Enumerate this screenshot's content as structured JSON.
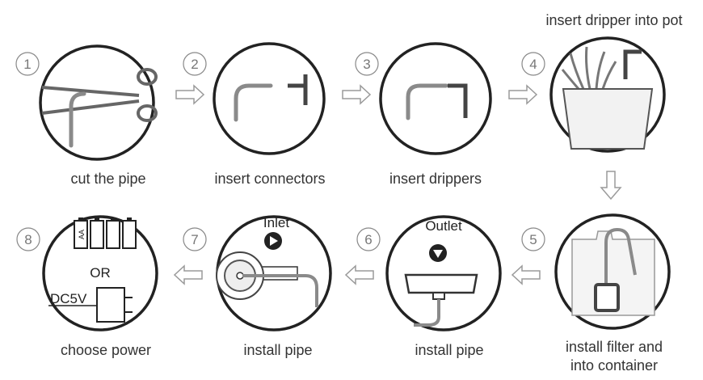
{
  "steps": [
    {
      "number": "1",
      "caption": "cut the pipe"
    },
    {
      "number": "2",
      "caption": "insert connectors"
    },
    {
      "number": "3",
      "caption": "insert drippers"
    },
    {
      "number": "4",
      "caption": "insert dripper into pot"
    },
    {
      "number": "5",
      "caption_line1": "install filter and",
      "caption_line2": "into  container"
    },
    {
      "number": "6",
      "caption": "install pipe",
      "label": "Outlet"
    },
    {
      "number": "7",
      "caption": "install pipe",
      "label": "Inlet"
    },
    {
      "number": "8",
      "caption": "choose power",
      "battery_label": "AA",
      "or_label": "OR",
      "dc_label": "DC5V"
    }
  ],
  "colors": {
    "outline": "#222222",
    "pipe": "#8a8a8a",
    "arrow": "#9a9a9a",
    "number": "#777777"
  }
}
